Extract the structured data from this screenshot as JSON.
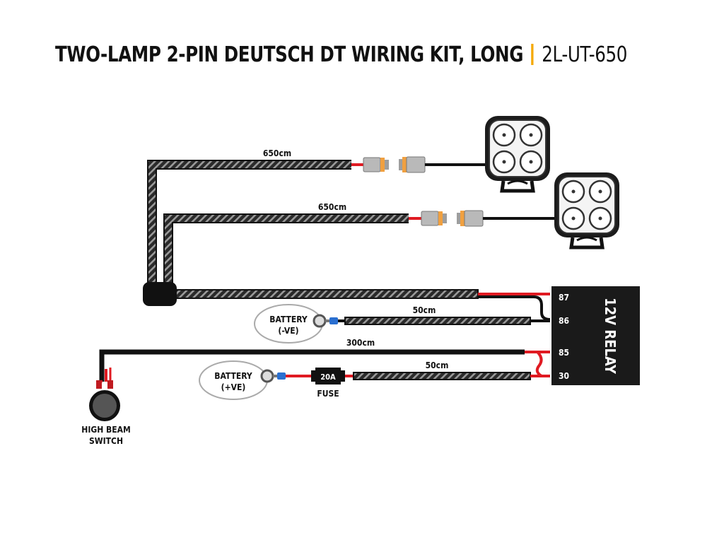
{
  "title": {
    "main": "TWO-LAMP 2-PIN DEUTSCH DT WIRING KIT, LONG",
    "code": "2L-UT-650"
  },
  "colors": {
    "wire_black": "#111111",
    "wire_red": "#e01a22",
    "sleeve_stripe": "#8a8a8a",
    "connector_grey": "#b9b9b9",
    "connector_orange": "#f0a040",
    "accent_separator": "#f5a800",
    "terminal_blue": "#2a6fd0",
    "relay_body": "#1a1a1a"
  },
  "labels": {
    "lamp1_length": "650cm",
    "lamp2_length": "650cm",
    "battery_neg_length": "50cm",
    "switch_length": "300cm",
    "battery_pos_length": "50cm"
  },
  "battery_neg": {
    "line1": "BATTERY",
    "line2": "(-VE)"
  },
  "battery_pos": {
    "line1": "BATTERY",
    "line2": "(+VE)"
  },
  "fuse": {
    "rating": "20A",
    "label": "FUSE"
  },
  "relay": {
    "label": "12V RELAY",
    "pins": {
      "p87": "87",
      "p86": "86",
      "p85": "85",
      "p30": "30"
    }
  },
  "switch": {
    "line1": "HIGH BEAM",
    "line2": "SWITCH"
  },
  "icons": {
    "lamp": "led-lamp-icon",
    "connector": "deutsch-connector-icon",
    "ring_terminal": "ring-terminal-icon",
    "switch": "rocker-switch-icon"
  }
}
